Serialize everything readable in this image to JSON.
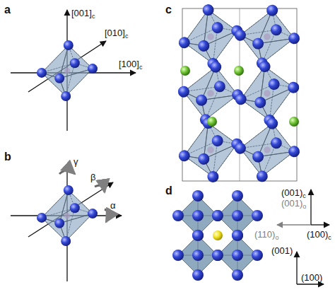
{
  "diagram": {
    "labels": [
      "a",
      "[001]",
      "c",
      "[010]",
      "c",
      "[100]",
      "c",
      "b",
      "γ",
      "β",
      "α",
      "c",
      "(001)",
      "c",
      "(001)",
      "o",
      "(110)",
      "o",
      "(100)",
      "c",
      "d",
      "(001)",
      "(100)"
    ]
  }
}
